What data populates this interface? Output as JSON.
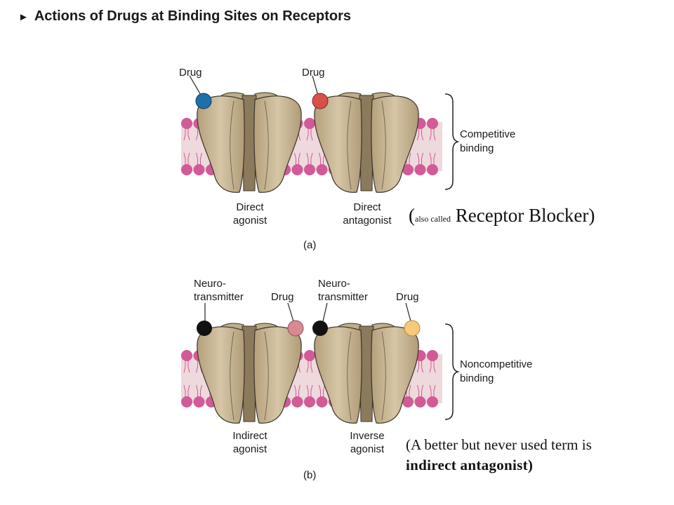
{
  "title": "Actions of Drugs at Binding Sites on Receptors",
  "panel_a": {
    "panel_label": "(a)",
    "drug_left": "Drug",
    "drug_right": "Drug",
    "bracket_line1": "Competitive",
    "bracket_line2": "binding",
    "receptor_left_line1": "Direct",
    "receptor_left_line2": "agonist",
    "receptor_right_line1": "Direct",
    "receptor_right_line2": "antagonist",
    "note_open": "(",
    "note_small": "also called",
    "note_main": " Receptor Blocker)",
    "colors": {
      "drug_left": "#1f6fa8",
      "drug_right": "#d9504a"
    }
  },
  "panel_b": {
    "panel_label": "(b)",
    "nt_left_line1": "Neuro-",
    "nt_left_line2": "transmitter",
    "drug_left": "Drug",
    "nt_right_line1": "Neuro-",
    "nt_right_line2": "transmitter",
    "drug_right": "Drug",
    "bracket_line1": "Noncompetitive",
    "bracket_line2": "binding",
    "receptor_left_line1": "Indirect",
    "receptor_left_line2": "agonist",
    "receptor_right_line1": "Inverse",
    "receptor_right_line2": "agonist",
    "note_line1": "(A better but never used term is",
    "note_line2": "indirect antagonist)",
    "colors": {
      "neurotransmitter": "#111111",
      "drug_left": "#d98a90",
      "drug_right": "#f8c97a"
    }
  },
  "colors": {
    "membrane": "#eed9dc",
    "phospholipid": "#d15a97",
    "receptor": "#c8b796",
    "receptor_outline": "#3a3329"
  }
}
